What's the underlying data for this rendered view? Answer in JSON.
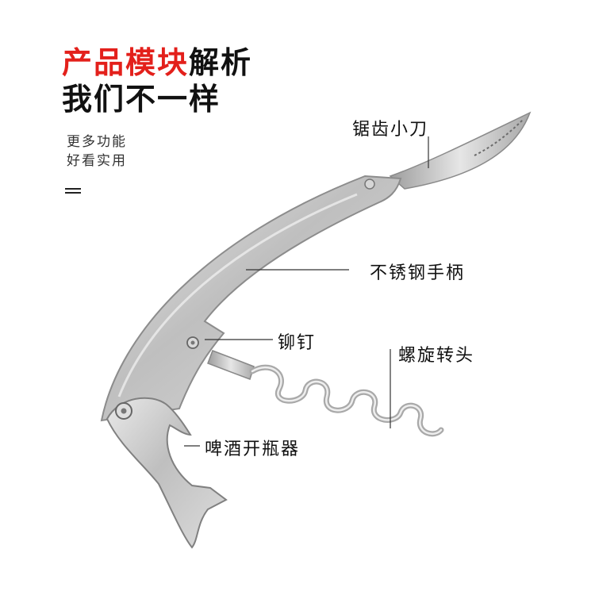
{
  "headline": {
    "line1_red": "产品模块",
    "line1_black": "解析",
    "line2": "我们不一样"
  },
  "subtitle": {
    "line1": "更多功能",
    "line2": "好看实用"
  },
  "icons": {
    "menu": "menu-icon"
  },
  "callouts": {
    "serrated_knife": "锯齿小刀",
    "handle": "不锈钢手柄",
    "rivet": "铆钉",
    "corkscrew": "螺旋转头",
    "bottle_opener": "啤酒开瓶器"
  },
  "colors": {
    "accent": "#e3201b",
    "text": "#111111",
    "steel": "#c9c9c9"
  }
}
